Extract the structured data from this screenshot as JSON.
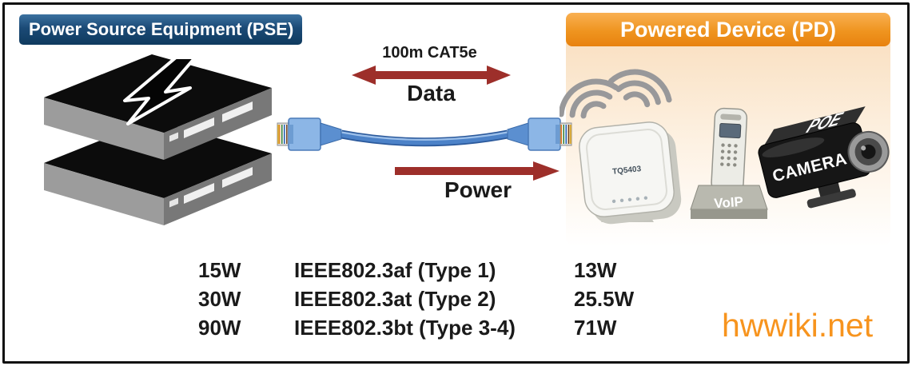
{
  "pse": {
    "label": "Power Source Equipment (PSE)"
  },
  "pd": {
    "label": "Powered Device (PD)"
  },
  "link": {
    "cable_label": "100m CAT5e",
    "data_label": "Data",
    "power_label": "Power"
  },
  "devices": {
    "access_point_model": "TQ5403",
    "voip_label": "VoIP",
    "camera_label_top": "POE",
    "camera_label_front": "CAMERA"
  },
  "spec_table": {
    "rows": [
      {
        "pse_power": "15W",
        "standard": "IEEE802.3af (Type 1)",
        "pd_power": "13W"
      },
      {
        "pse_power": "30W",
        "standard": "IEEE802.3at (Type 2)",
        "pd_power": "25.5W"
      },
      {
        "pse_power": "90W",
        "standard": "IEEE802.3bt (Type 3-4)",
        "pd_power": "71W"
      }
    ]
  },
  "watermark": "hwwiki.net",
  "colors": {
    "pse_header_blue": "#16486f",
    "pd_header_orange": "#ee8c1a",
    "arrow_red": "#9d2f2a",
    "watermark_orange": "#f7941e"
  }
}
